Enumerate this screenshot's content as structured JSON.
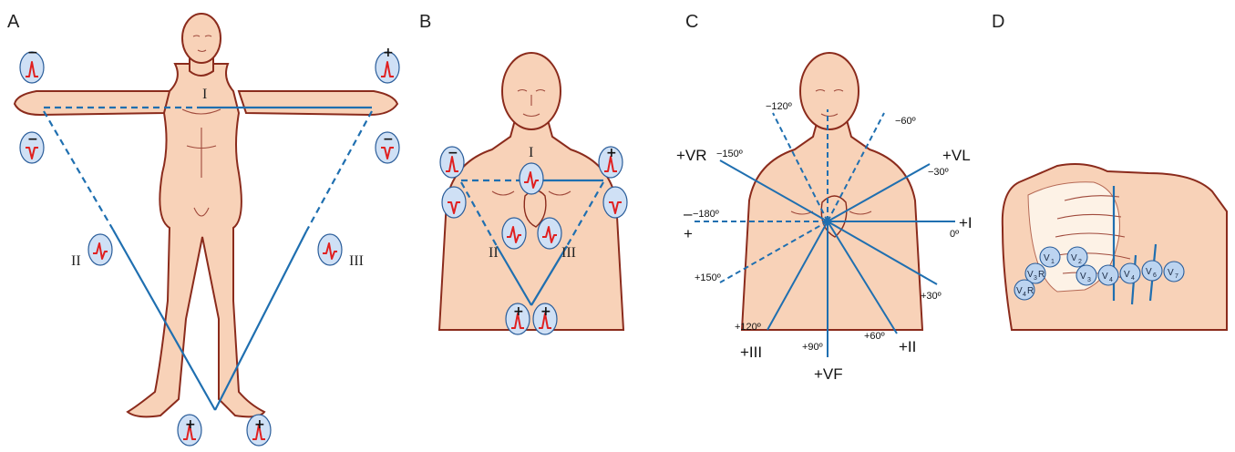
{
  "panels": {
    "a": {
      "letter": "A",
      "leads": {
        "i": "I",
        "ii": "II",
        "iii": "III"
      }
    },
    "b": {
      "letter": "B",
      "leads": {
        "i": "I",
        "ii": "II",
        "iii": "III"
      }
    },
    "c": {
      "letter": "C",
      "axes": {
        "vr": "+VR",
        "vl": "+VL",
        "i": "+I",
        "iii": "+III",
        "ii": "+II",
        "vf": "+VF"
      },
      "degrees": {
        "m120": "−120º",
        "m60": "−60º",
        "m150": "−150º",
        "m30": "−30º",
        "m180": "−180º",
        "zero": "0º",
        "p150": "+150º",
        "p30": "+30º",
        "p120": "+120º",
        "p90": "+90º",
        "p60": "+60º"
      },
      "minus_sign": "–",
      "plus_sign": "+"
    },
    "d": {
      "letter": "D",
      "electrodes": {
        "v1": {
          "main": "V",
          "sub": "1"
        },
        "v2": {
          "main": "V",
          "sub": "2"
        },
        "v3r": {
          "main": "V",
          "sub": "3",
          "suffix": "R"
        },
        "v3": {
          "main": "V",
          "sub": "3"
        },
        "v4": {
          "main": "V",
          "sub": "4"
        },
        "v4b": {
          "main": "V",
          "sub": "4"
        },
        "v6": {
          "main": "V",
          "sub": "6"
        },
        "v7": {
          "main": "V",
          "sub": "7"
        },
        "v4r": {
          "main": "V",
          "sub": "4",
          "suffix": "R"
        }
      }
    }
  },
  "electrode_signs": {
    "plus": "+",
    "minus": "−"
  },
  "colors": {
    "lead_line": "#1f6fb0",
    "waveform": "#e02020",
    "skin": "#f8d2b8",
    "outline": "#8b2b1c",
    "electrode": "#cfe0f5"
  }
}
